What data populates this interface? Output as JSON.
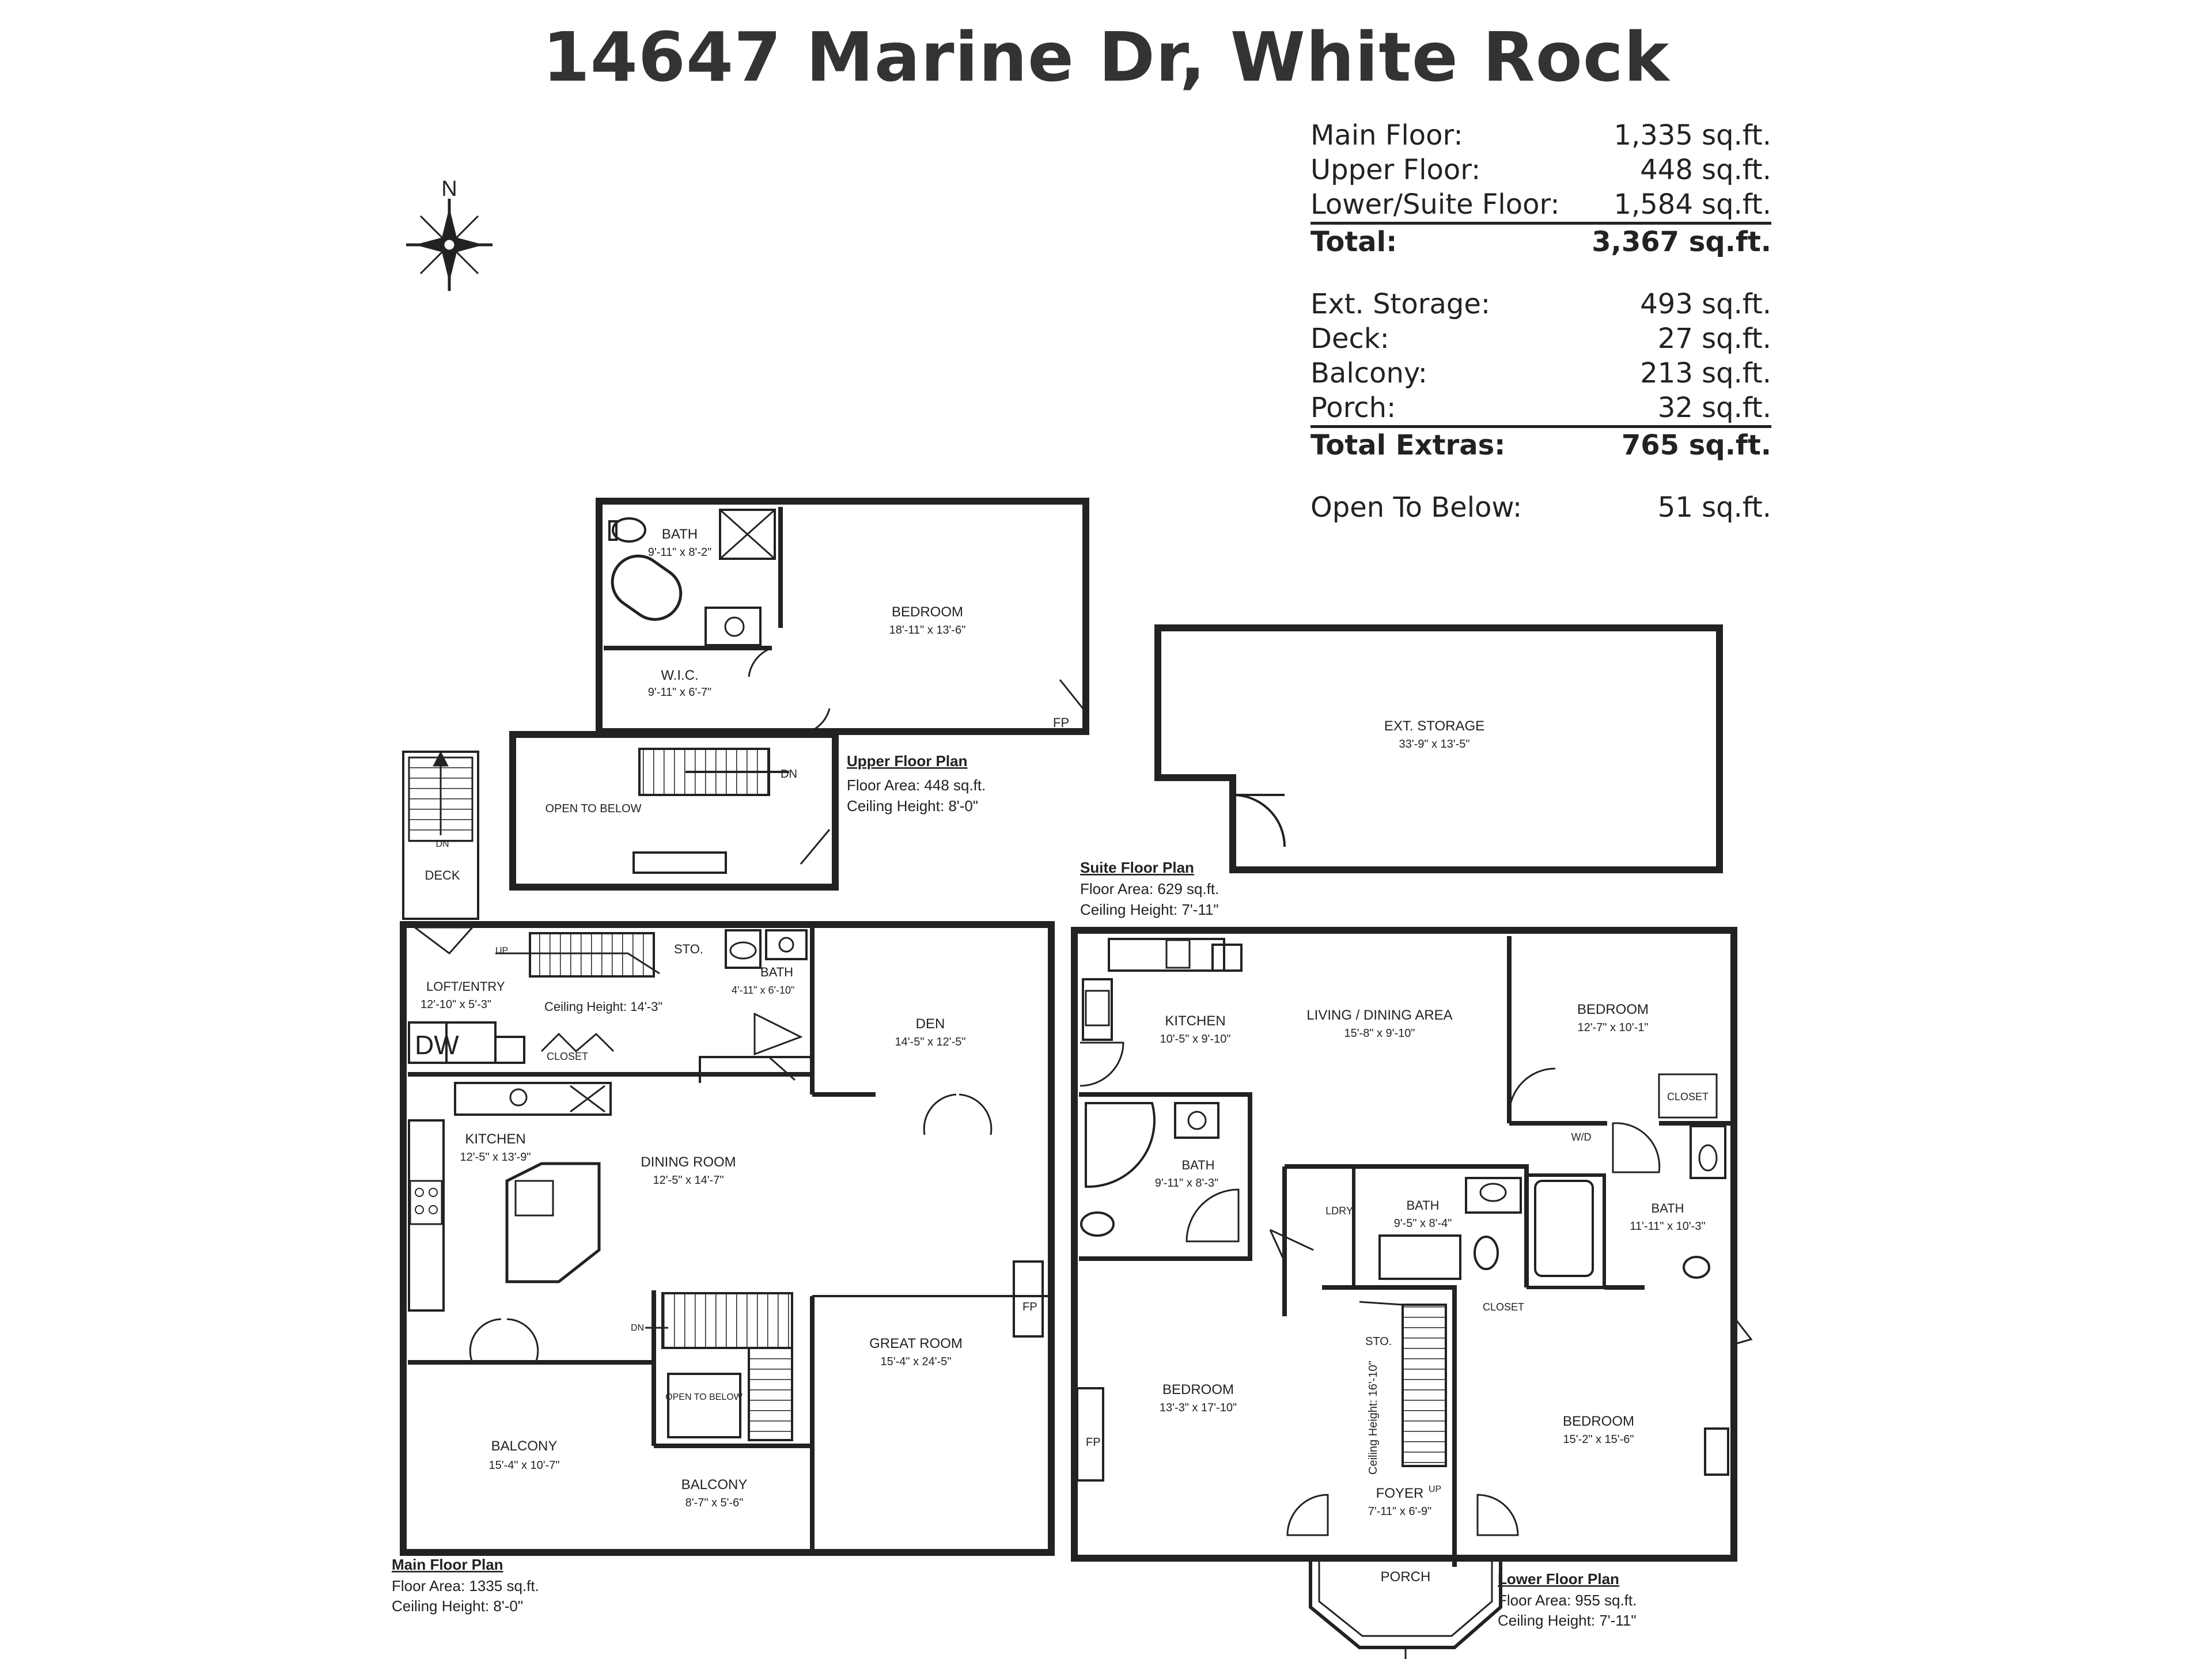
{
  "title": "14647 Marine Dr, White Rock",
  "north_label": "N",
  "areas": [
    {
      "label": "Main Floor:",
      "value": "1,335 sq.ft."
    },
    {
      "label": "Upper Floor:",
      "value": "448 sq.ft."
    },
    {
      "label": "Lower/Suite Floor:",
      "value": "1,584 sq.ft."
    }
  ],
  "total": {
    "label": "Total:",
    "value": "3,367 sq.ft."
  },
  "extras": [
    {
      "label": "Ext. Storage:",
      "value": "493 sq.ft."
    },
    {
      "label": "Deck:",
      "value": "27 sq.ft."
    },
    {
      "label": "Balcony:",
      "value": "213 sq.ft."
    },
    {
      "label": "Porch:",
      "value": "32 sq.ft."
    }
  ],
  "total_extras": {
    "label": "Total Extras:",
    "value": "765 sq.ft."
  },
  "open_below": {
    "label": "Open To Below:",
    "value": "51 sq.ft."
  },
  "upper": {
    "bath": "BATH",
    "bath_dim": "9'-11\" x 8'-2\"",
    "bedroom": "BEDROOM",
    "bedroom_dim": "18'-11\" x 13'-6\"",
    "wic": "W.I.C.",
    "wic_dim": "9'-11\" x 6'-7\"",
    "open_below": "OPEN TO BELOW",
    "dn": "DN",
    "fp": "FP",
    "plan_title": "Upper Floor Plan",
    "plan_area": "Floor Area: 448 sq.ft.",
    "plan_ceiling": "Ceiling Height: 8'-0\""
  },
  "storage": {
    "label": "EXT. STORAGE",
    "dim": "33'-9\" x 13'-5\""
  },
  "deck": {
    "label": "DECK",
    "dn": "DN"
  },
  "main": {
    "loft": "LOFT/ENTRY",
    "loft_dim": "12'-10\" x 5'-3\"",
    "ceiling_note": "Ceiling Height: 14'-3\"",
    "sto": "STO.",
    "bath": "BATH",
    "bath_dim": "4'-11\" x 6'-10\"",
    "up": "UP",
    "dw": "DW",
    "closet": "CLOSET",
    "den": "DEN",
    "den_dim": "14'-5\" x 12'-5\"",
    "kitchen": "KITCHEN",
    "kitchen_dim": "12'-5\" x 13'-9\"",
    "dining": "DINING ROOM",
    "dining_dim": "12'-5\" x 14'-7\"",
    "great": "GREAT ROOM",
    "great_dim": "15'-4\" x 24'-5\"",
    "fp": "FP",
    "open_below": "OPEN TO BELOW",
    "dn": "DN",
    "balcony1": "BALCONY",
    "balcony1_dim": "15'-4\" x 10'-7\"",
    "balcony2": "BALCONY",
    "balcony2_dim": "8'-7\" x 5'-6\"",
    "plan_title": "Main Floor Plan",
    "plan_area": "Floor Area: 1335 sq.ft.",
    "plan_ceiling": "Ceiling Height: 8'-0\""
  },
  "suite": {
    "plan_title": "Suite Floor Plan",
    "plan_area": "Floor Area: 629 sq.ft.",
    "plan_ceiling": "Ceiling Height: 7'-11\"",
    "kitchen": "KITCHEN",
    "kitchen_dim": "10'-5\" x 9'-10\"",
    "living": "LIVING / DINING AREA",
    "living_dim": "15'-8\" x 9'-10\"",
    "bedroom": "BEDROOM",
    "bedroom_dim": "12'-7\" x 10'-1\"",
    "closet": "CLOSET",
    "bath": "BATH",
    "bath_dim": "9'-11\" x 8'-3\""
  },
  "lower": {
    "wd": "W/D",
    "lndry": "LDRY",
    "bath_center": "BATH",
    "bath_center_dim": "9'-5\" x 8'-4\"",
    "bath_right": "BATH",
    "bath_right_dim": "11'-11\" x 10'-3\"",
    "closet": "CLOSET",
    "sto": "STO.",
    "ceiling_side": "Ceiling Height: 16'-10\"",
    "bedroom_left": "BEDROOM",
    "bedroom_left_dim": "13'-3\" x 17'-10\"",
    "fp": "FP",
    "bedroom_right": "BEDROOM",
    "bedroom_right_dim": "15'-2\" x 15'-6\"",
    "foyer": "FOYER",
    "foyer_dim": "7'-11\" x 6'-9\"",
    "up": "UP",
    "porch": "PORCH",
    "plan_title": "Lower Floor Plan",
    "plan_area": "Floor Area: 955 sq.ft.",
    "plan_ceiling": "Ceiling Height: 7'-11\""
  }
}
